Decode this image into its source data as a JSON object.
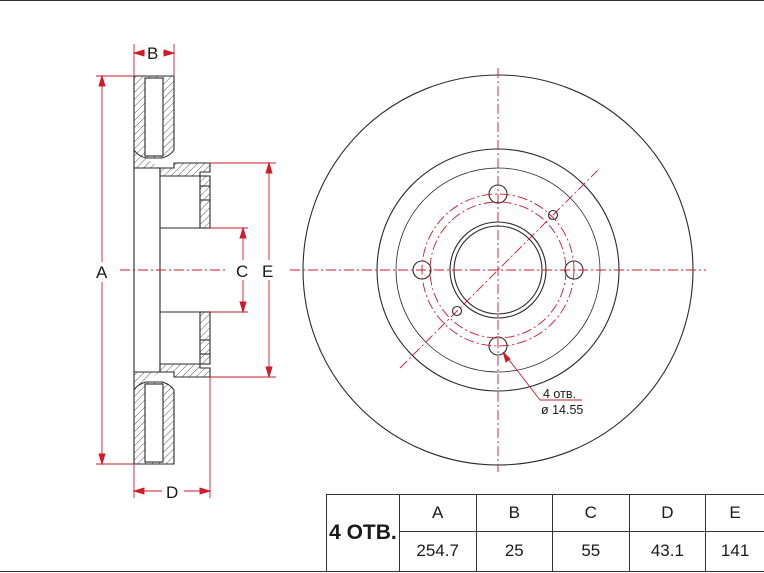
{
  "labels": {
    "A": "A",
    "B": "B",
    "C": "C",
    "D": "D",
    "E": "E"
  },
  "callout": {
    "line1": "4 отв.",
    "line2": "ø 14.55"
  },
  "table": {
    "holes_label": "4 ОТВ.",
    "headers": [
      "A",
      "B",
      "C",
      "D",
      "E"
    ],
    "values": [
      "254.7",
      "25",
      "55",
      "43.1",
      "141"
    ]
  },
  "colors": {
    "line": "#2b2b2b",
    "dim": "#d11a2a",
    "center": "#d11a2a"
  }
}
